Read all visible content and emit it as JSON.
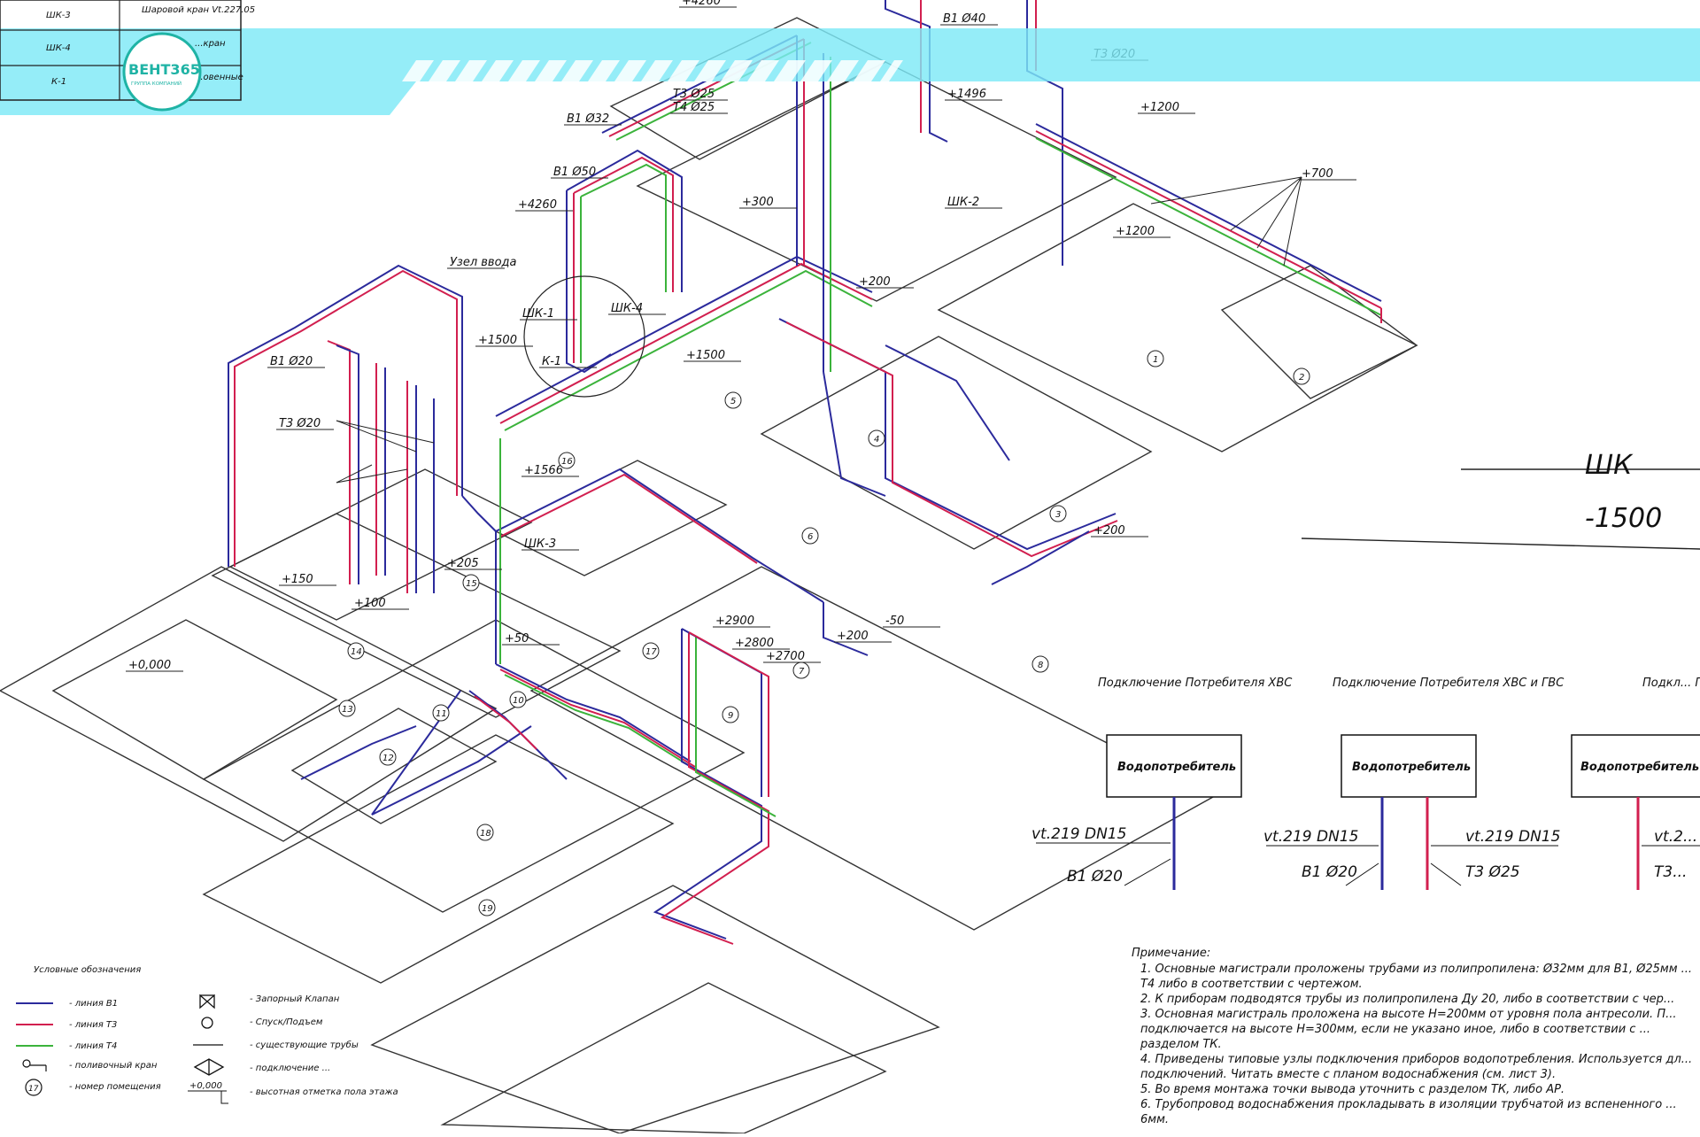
{
  "colors": {
    "banner": "#7ee9f7",
    "pipe_b1": "#2b2a9c",
    "pipe_t3": "#d21f4f",
    "pipe_t4": "#3bb33b",
    "logo_ring": "#1fb3a5",
    "logo_text": "#1fb3a5"
  },
  "logo": {
    "brand": "ВЕНТ365",
    "tagline": "ГРУППА КОМПАНИЙ"
  },
  "stamp_table": {
    "rows": [
      {
        "code": "ШК-3",
        "desc": "Шаровой кран Vt.227.05"
      },
      {
        "code": "ШК-4",
        "desc": "...кран"
      },
      {
        "code": "К-1",
        "desc": "...овенные"
      }
    ]
  },
  "pipe_labels": [
    "+4260",
    "В1 Ø40",
    "Т3 Ø20",
    "Т3 Ø25",
    "Т4 Ø25",
    "В1 Ø50",
    "В1 Ø32",
    "+4260",
    "Узел ввода",
    "ШК-1",
    "ШК-4",
    "К-1",
    "+1500",
    "В1 Ø20",
    "Т3 Ø20",
    "+300",
    "+200",
    "+700",
    "+1200",
    "ШК-2",
    "ШК-3",
    "+50",
    "+2900",
    "+2800",
    "+2700",
    "+150",
    "+100",
    "+1496",
    "+0,000",
    "+1200",
    "+1500",
    "+1566",
    "+205",
    "+200",
    "-50",
    "+200"
  ],
  "room_numbers": [
    "1",
    "2",
    "3",
    "4",
    "5",
    "6",
    "7",
    "8",
    "9",
    "10",
    "11",
    "12",
    "13",
    "14",
    "15",
    "16",
    "17",
    "18",
    "19"
  ],
  "big_label": {
    "elevation": "-1500",
    "cabinet": "ШК"
  },
  "consumers": [
    {
      "title": "Подключение Потребителя ХВС",
      "box": "Водопотребитель",
      "labels": [
        "vt.219 DN15",
        "В1 Ø20"
      ]
    },
    {
      "title": "Подключение Потребителя ХВС и ГВС",
      "box": "Водопотребитель",
      "labels": [
        "vt.219 DN15",
        "В1 Ø20",
        "vt.219 DN15",
        "Т3 Ø25"
      ]
    },
    {
      "title": "Подкл... Потреб...",
      "box": "Водопотребитель",
      "labels": [
        "vt.2...",
        "Т3..."
      ]
    }
  ],
  "legend": {
    "title": "Условные обозначения",
    "items": [
      "- линия В1",
      "- линия Т3",
      "- линия Т4",
      "- поливочный кран",
      "- номер помещения",
      "- Запорный Клапан",
      "- Спуск/Подъем",
      "- существующие трубы",
      "- подключение ...",
      "- высотная отметка пола этажа"
    ],
    "elev": "+0,000"
  },
  "notes": {
    "title": "Примечание:",
    "items": [
      "1.  Основные магистрали проложены трубами из полипропилена: Ø32мм для В1, Ø25мм ...",
      "     Т4 либо в соответствии с чертежом.",
      "2.  К приборам подводятся трубы из полипропилена Ду 20, либо в соответствии с чер...",
      "3.  Основная магистраль проложена на высоте Н=200мм от уровня пола антресоли. П...",
      "     подключается на высоте Н=300мм, если не указано иное, либо в соответствии с ...",
      "     разделом ТК.",
      "4.  Приведены типовые узлы подключения приборов водопотребления. Используется дл...",
      "     подключений. Читать вместе с планом водоснабжения (см. лист 3).",
      "5.  Во время монтажа точки вывода уточнить с разделом ТК, либо АР.",
      "6.  Трубопровод водоснабжения прокладывать в изоляции трубчатой из вспененного ...",
      "     6мм."
    ]
  }
}
